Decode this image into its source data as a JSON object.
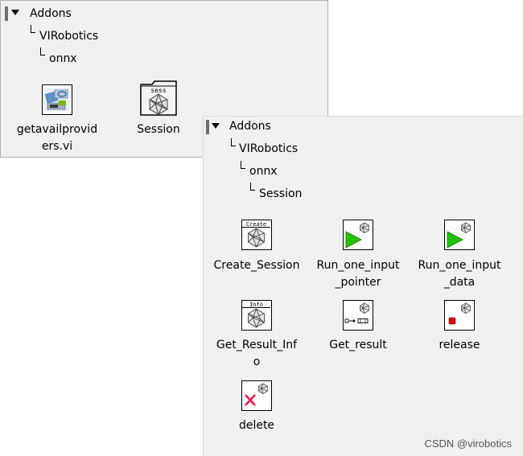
{
  "palette1": {
    "tree": [
      "Addons",
      "VIRobotics",
      "onnx"
    ],
    "items": [
      {
        "label": "getavailproviders.vi",
        "display": "getavailprovid\ners.vi",
        "icon": "providers-icon"
      },
      {
        "label": "Session",
        "display": "Session",
        "icon": "session-folder-icon",
        "icon_text": "sess"
      }
    ]
  },
  "palette2": {
    "tree": [
      "Addons",
      "VIRobotics",
      "onnx",
      "Session"
    ],
    "items": [
      {
        "label": "Create_Session",
        "display": "Create_Session",
        "icon_text": "Create"
      },
      {
        "label": "Run_one_input_pointer",
        "display": "Run_one_input\n_pointer"
      },
      {
        "label": "Run_one_input_data",
        "display": "Run_one_input\n_data"
      },
      {
        "label": "Get_Result_Info",
        "display": "Get_Result_Inf\no",
        "icon_text": "Info"
      },
      {
        "label": "Get_result",
        "display": "Get_result"
      },
      {
        "label": "release",
        "display": "release"
      },
      {
        "label": "delete",
        "display": "delete"
      }
    ]
  },
  "watermark": "CSDN @virobotics",
  "colors": {
    "play": "#22c400",
    "stop": "#e00000",
    "delete_x": "#e8204c"
  }
}
